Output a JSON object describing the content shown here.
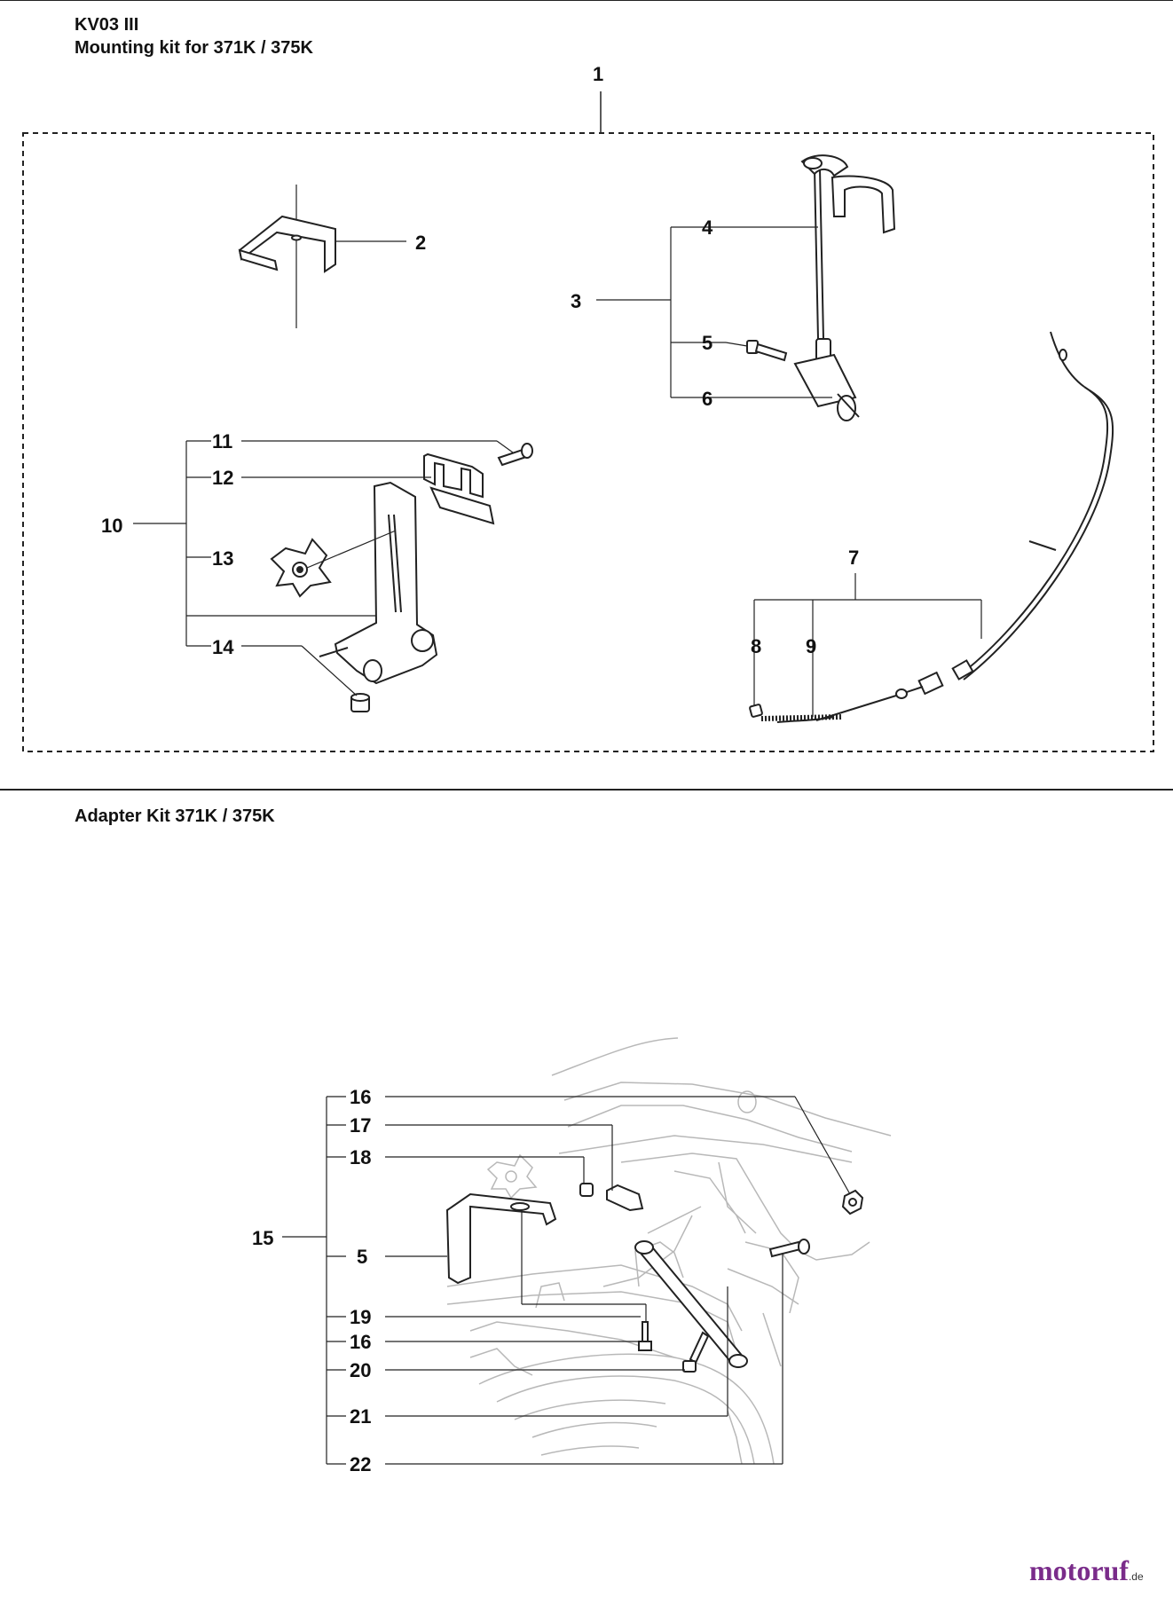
{
  "header": {
    "code": "KV03 III",
    "title": "Mounting kit for 371K / 375K"
  },
  "section2": {
    "title": "Adapter Kit 371K  / 375K"
  },
  "callouts": {
    "c1": "1",
    "c2": "2",
    "c3": "3",
    "c4": "4",
    "c5": "5",
    "c6": "6",
    "c7": "7",
    "c8": "8",
    "c9": "9",
    "c10": "10",
    "c11": "11",
    "c12": "12",
    "c13": "13",
    "c14": "14",
    "d15": "15",
    "d16a": "16",
    "d17": "17",
    "d18": "18",
    "d5": "5",
    "d19": "19",
    "d16b": "16",
    "d20": "20",
    "d21": "21",
    "d22": "22"
  },
  "watermark": {
    "brand": "motoruf",
    "tld": ".de"
  },
  "colors": {
    "line": "#1a1a1a",
    "machine_outline": "#b8b8b8",
    "brand": "#7a2c8a"
  }
}
